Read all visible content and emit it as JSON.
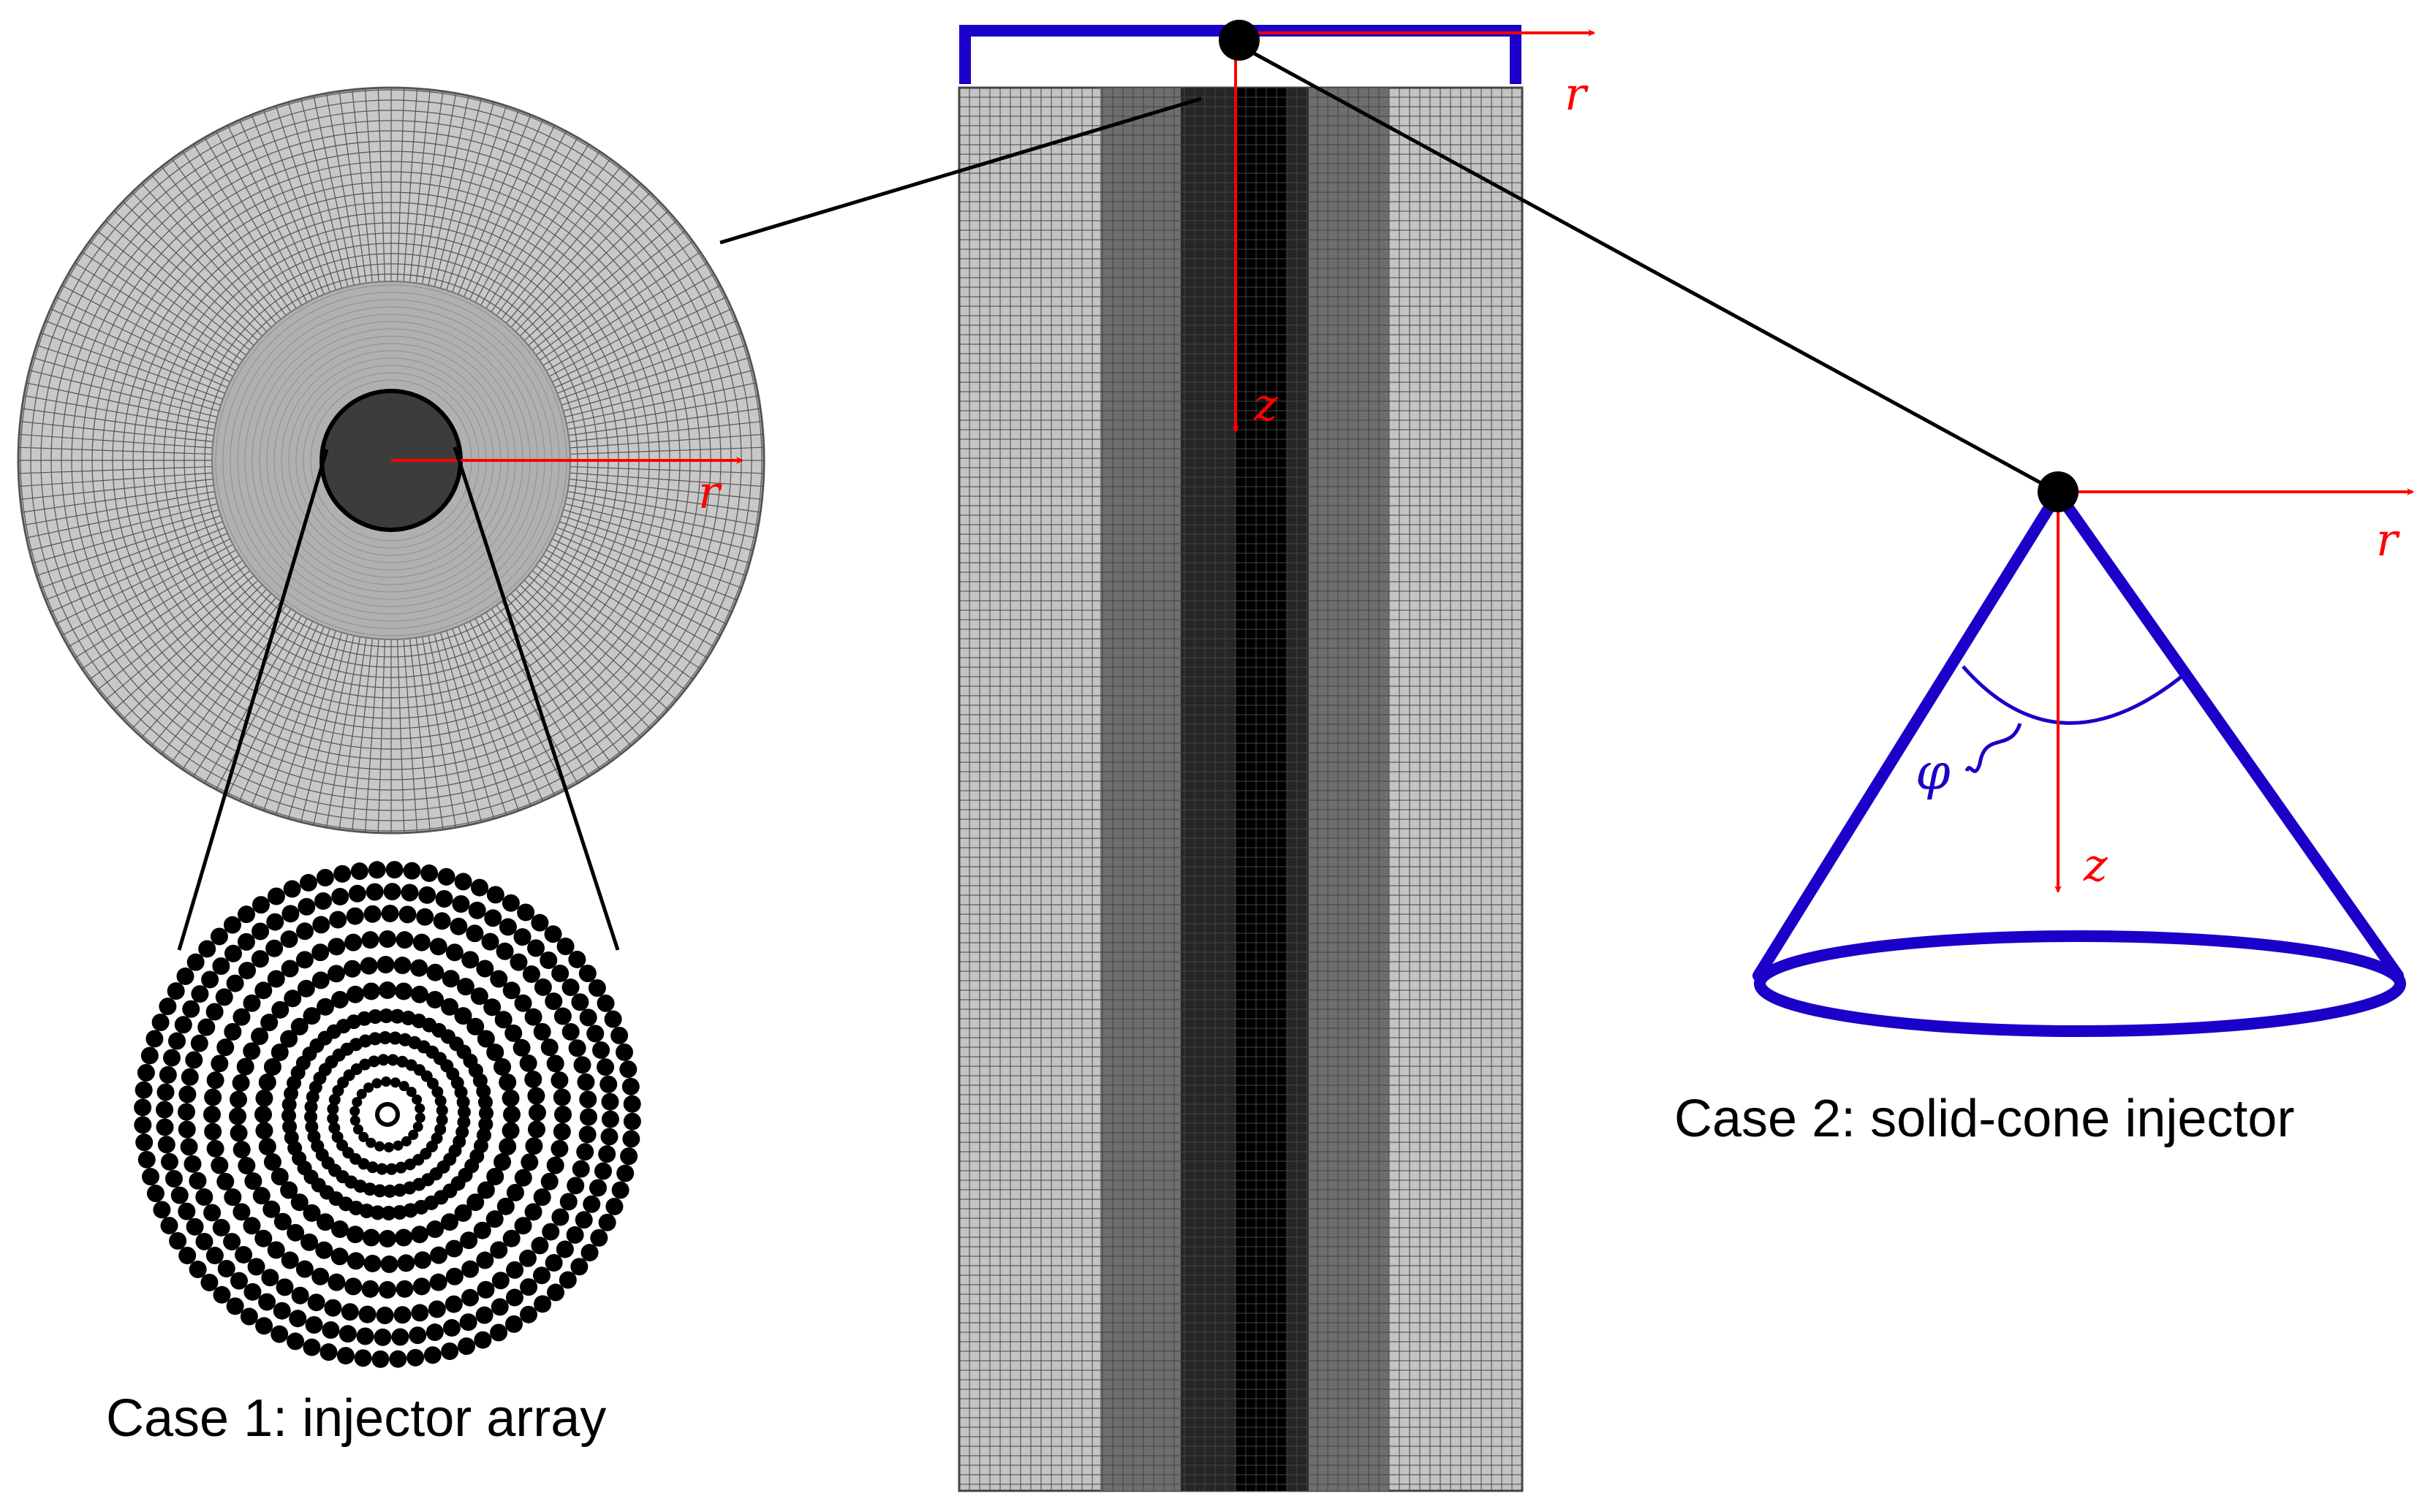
{
  "captions": {
    "case1": "Case 1: injector array",
    "case2": "Case 2: solid-cone injector"
  },
  "labels": {
    "r_top": "r",
    "r_mesh": "r",
    "r_cone": "r",
    "z_center": "z",
    "z_cone": "z",
    "phi": "φ"
  },
  "colors": {
    "axis": "#ff0000",
    "injector": "#1a00c8",
    "mesh": "#000000",
    "background": "#ffffff"
  }
}
